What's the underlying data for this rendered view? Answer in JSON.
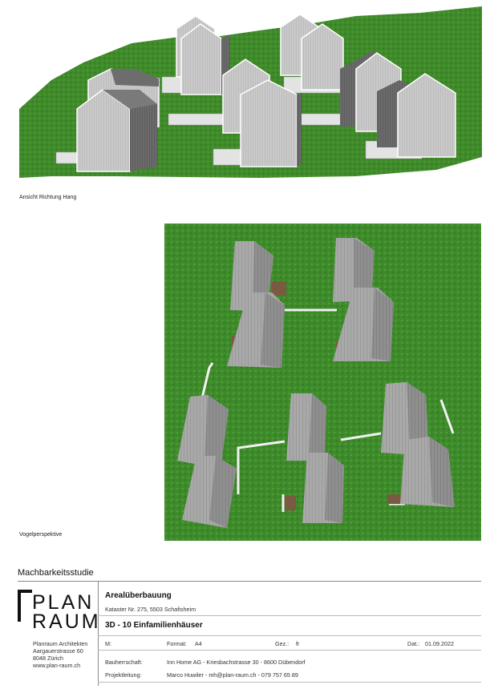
{
  "views": {
    "perspective_caption": "Ansicht Richtung Hang",
    "birdseye_caption": "Vogelperspektive"
  },
  "titleblock": {
    "study": "Machbarkeitsstudie",
    "logo": {
      "line1": "PLAN",
      "line2": "RAUM",
      "firm": "Planraum Architekten",
      "street": "Aargauerstrasse 60",
      "city": "8048 Zürich",
      "web": "www.plan-raum.ch"
    },
    "project_title": "Arealüberbauung",
    "cadastre": "Kataster Nr. 275, 5503 Schafisheim",
    "drawing_title": "3D - 10 Einfamilienhäuser",
    "scale_label": "M:",
    "scale_value": "",
    "format_label": "Format:",
    "format_value": "A4",
    "drawn_label": "Gez.:",
    "drawn_value": "fr",
    "date_label": "Dat.:",
    "date_value": "01.09.2022",
    "client_label": "Bauherrschaft:",
    "client_value": "Inn Home AG - Kriesbachstrasse 30 - 8600 Dübendorf",
    "lead_label": "Projektleitung:",
    "lead_value": "Marco Huwiler - mh@plan-raum.ch - 079 757 65 89"
  }
}
